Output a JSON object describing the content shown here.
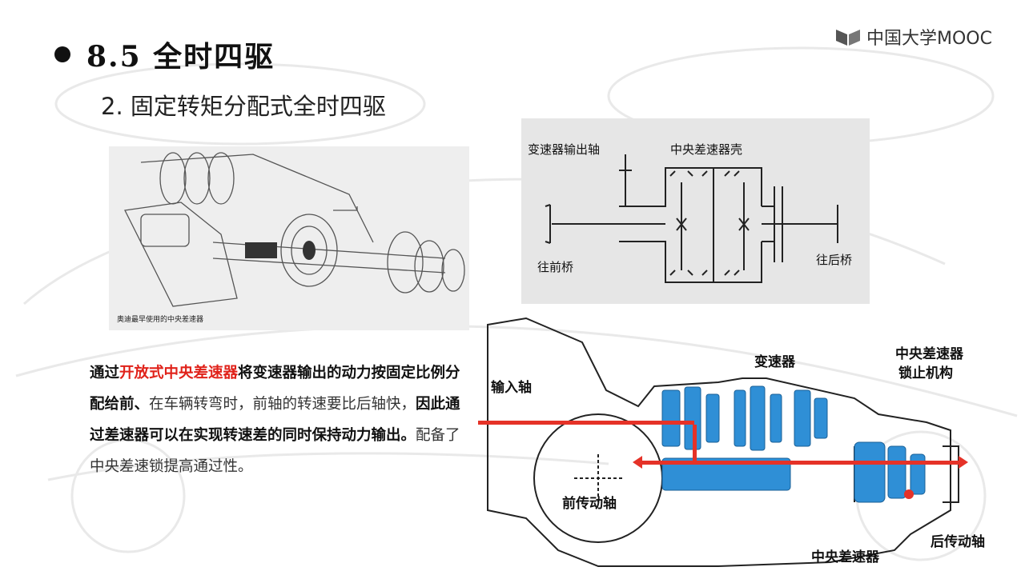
{
  "header": {
    "title": "8.5 全时四驱",
    "subtitle": "2. 固定转矩分配式全时四驱",
    "logo_text": "中国大学MOOC"
  },
  "photo": {
    "caption": "奥迪最早使用的中央差速器"
  },
  "schematic": {
    "labels": {
      "gearbox_output": "变速器输出轴",
      "center_diff_housing": "中央差速器壳",
      "to_front": "往前桥",
      "to_rear": "往后桥"
    }
  },
  "cutaway": {
    "labels": {
      "input_shaft": "输入轴",
      "gearbox": "变速器",
      "lock_line1": "中央差速器",
      "lock_line2": "锁止机构",
      "front_shaft": "前传动轴",
      "center_diff": "中央差速器",
      "rear_shaft": "后传动轴"
    }
  },
  "paragraph": {
    "p1": "通过",
    "p2": "开放式中央差速器",
    "p3": "将变速器输出的动力按固定比例分配给前、",
    "p4": "在车辆转弯时，前轴的转速要比后轴快，",
    "p5": "因此通过差速器可以在实现转速差的同时保持动力输出。",
    "p6": "配备了中央差速锁提高通过性。"
  },
  "colors": {
    "highlight_red": "#e0221a",
    "power_flow_red": "#e53228",
    "gear_blue": "#2f8fd6"
  }
}
